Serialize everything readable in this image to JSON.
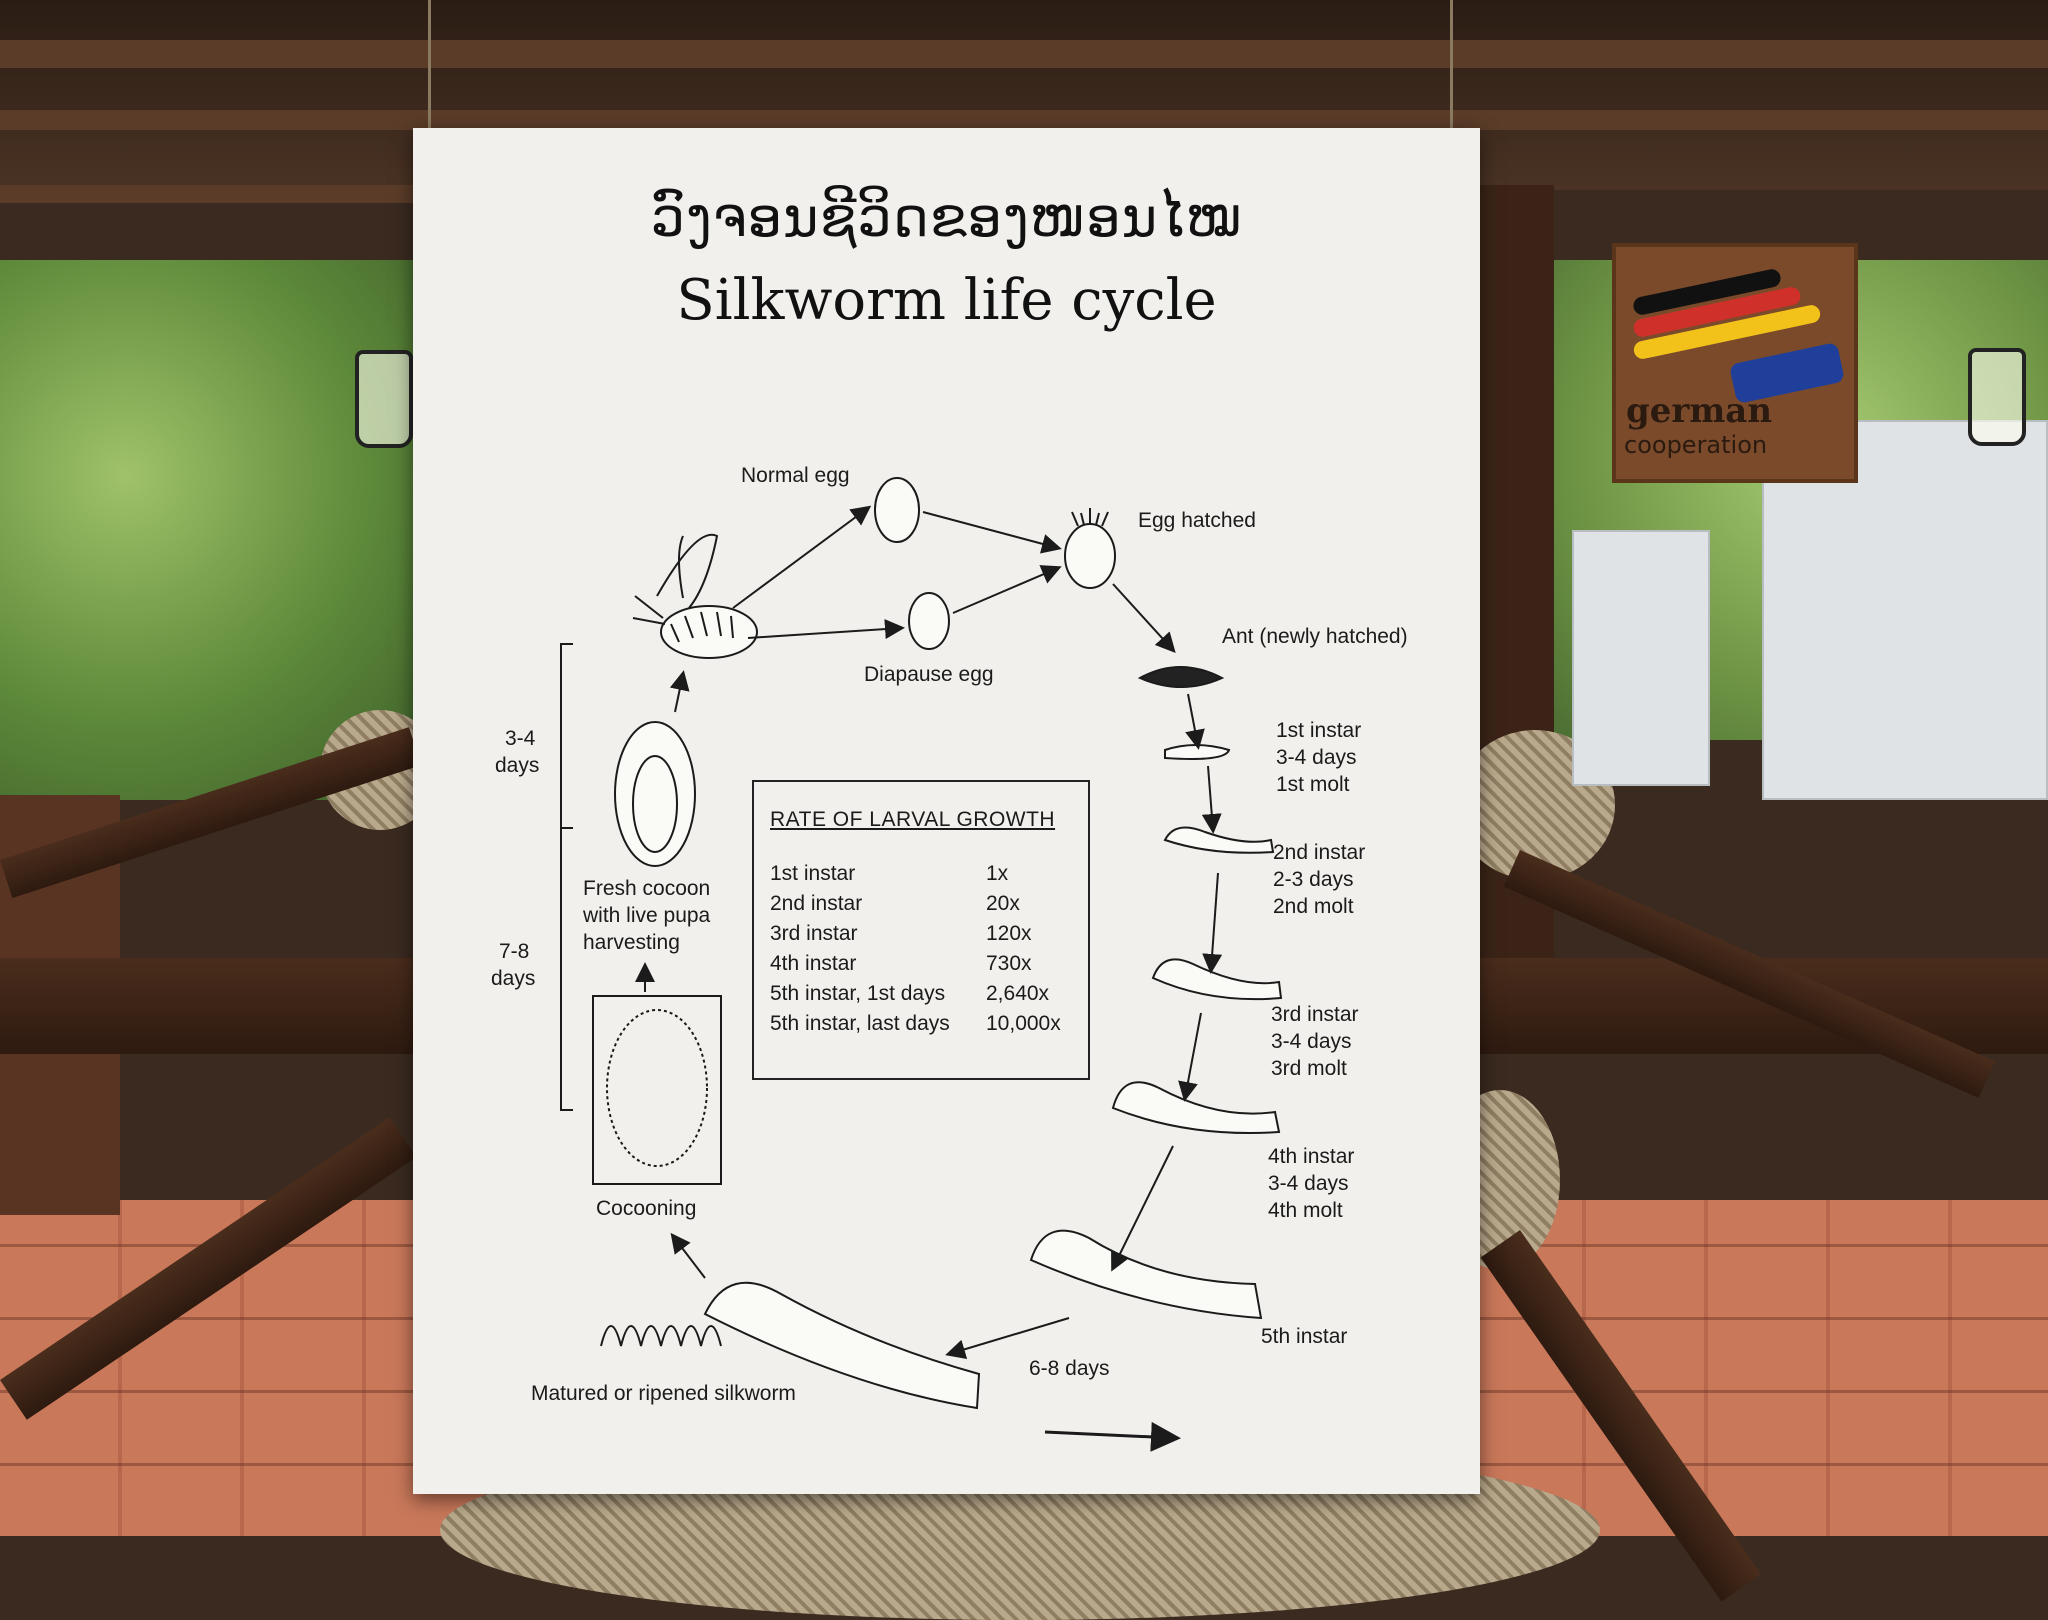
{
  "poster": {
    "title_lao": "ວົງຈອນຊີວິດຂອງໜອນໄໝ",
    "title_en": "Silkworm life cycle"
  },
  "labels": {
    "normal_egg": "Normal egg",
    "egg_hatched": "Egg hatched",
    "diapause_egg": "Diapause egg",
    "ant": "Ant (newly hatched)",
    "instar1": [
      "1st instar",
      "3-4 days",
      "1st molt"
    ],
    "instar2": [
      "2nd instar",
      "2-3 days",
      "2nd molt"
    ],
    "instar3": [
      "3rd instar",
      "3-4 days",
      "3rd molt"
    ],
    "instar4": [
      "4th instar",
      "3-4 days",
      "4th molt"
    ],
    "instar5": "5th instar",
    "days_5th": "6-8 days",
    "matured": "Matured or ripened silkworm",
    "cocooning": "Cocooning",
    "fresh_cocoon": [
      "Fresh cocoon",
      "with live pupa",
      "harvesting"
    ],
    "span_34": [
      "3-4",
      "days"
    ],
    "span_78": [
      "7-8",
      "days"
    ]
  },
  "growth_table": {
    "title": "RATE OF LARVAL GROWTH",
    "rows": [
      {
        "stage": "1st instar",
        "rate": "1x"
      },
      {
        "stage": "2nd instar",
        "rate": "20x"
      },
      {
        "stage": "3rd instar",
        "rate": "120x"
      },
      {
        "stage": "4th instar",
        "rate": "730x"
      },
      {
        "stage": "5th  instar,  1st days",
        "rate": "2,640x"
      },
      {
        "stage": "5th  instar,  last days",
        "rate": "10,000x"
      }
    ]
  },
  "sign": {
    "text": "german",
    "subtext": "cooperation"
  },
  "colors": {
    "poster_bg": "#f1f0ec",
    "ink": "#1b1b1b",
    "wood": "#3b2417",
    "flag_black": "#111111",
    "flag_red": "#d0302a",
    "flag_gold": "#f2c21a",
    "lao_blue": "#1f3f9a"
  }
}
